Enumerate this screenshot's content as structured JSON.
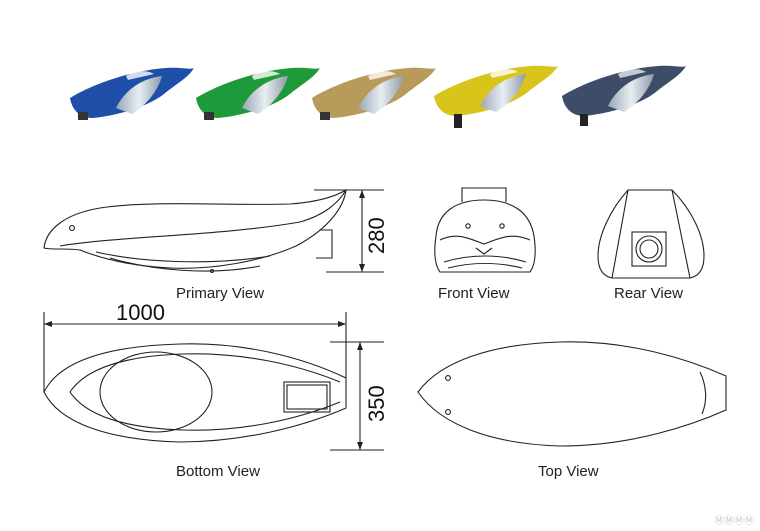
{
  "views": {
    "primary": "Primary View",
    "front": "Front View",
    "rear": "Rear View",
    "bottom": "Bottom View",
    "top": "Top View"
  },
  "dimensions": {
    "height": "280",
    "length": "1000",
    "width": "350"
  },
  "color_variants": [
    {
      "name": "blue",
      "color": "#1f4fa8"
    },
    {
      "name": "green",
      "color": "#1f9a3a"
    },
    {
      "name": "gold",
      "color": "#b89a5a"
    },
    {
      "name": "yellow",
      "color": "#d8c41a"
    },
    {
      "name": "slate",
      "color": "#3d4d68"
    }
  ],
  "watermark": "ⓂⓂⓂⓂ"
}
